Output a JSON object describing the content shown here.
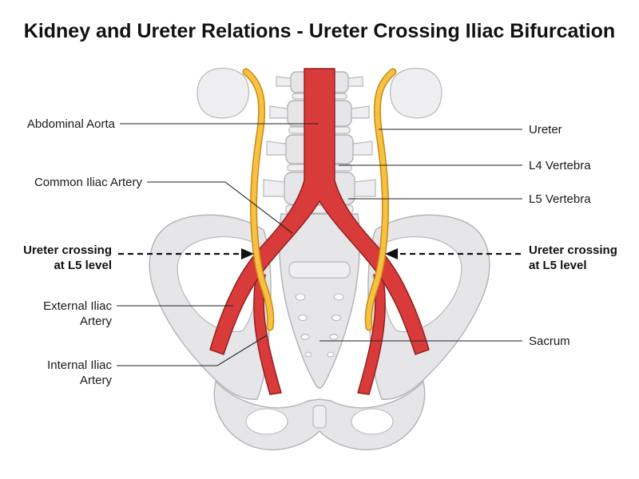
{
  "title": "Kidney and Ureter Relations - Ureter Crossing Iliac Bifurcation",
  "labels": {
    "abdominal_aorta": "Abdominal Aorta",
    "common_iliac_artery": "Common Iliac Artery",
    "ureter_crossing_left_line1": "Ureter crossing",
    "ureter_crossing_left_line2": "at L5 level",
    "external_iliac_line1": "External Iliac",
    "external_iliac_line2": "Artery",
    "internal_iliac_line1": "Internal Iliac",
    "internal_iliac_line2": "Artery",
    "ureter": "Ureter",
    "l4_vertebra": "L4 Vertebra",
    "l5_vertebra": "L5 Vertebra",
    "ureter_crossing_right_line1": "Ureter crossing",
    "ureter_crossing_right_line2": "at L5 level",
    "sacrum": "Sacrum"
  },
  "colors": {
    "artery": "#d93a3a",
    "artery_outline": "#8e1d1d",
    "ureter": "#f7c244",
    "ureter_outline": "#c98a12",
    "bone": "#e6e6e8",
    "bone_outline": "#b2b2b8"
  }
}
